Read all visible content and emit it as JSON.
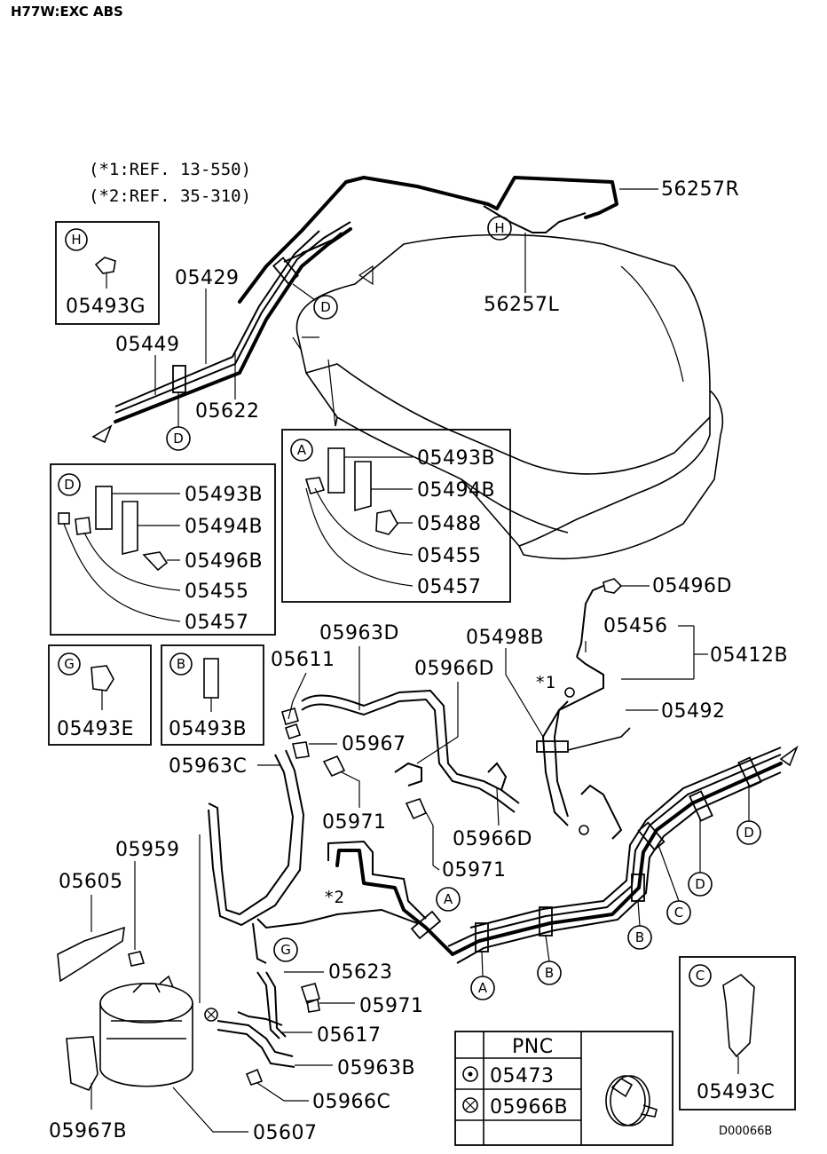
{
  "header": {
    "model_code": "H77W:EXC ABS"
  },
  "references": [
    "(*1:REF. 13-550)",
    "(*2:REF. 35-310)"
  ],
  "inset_H": {
    "letter": "H",
    "part": "05493G"
  },
  "inset_A": {
    "letter": "A",
    "parts": [
      "05493B",
      "05494B",
      "05488",
      "05455",
      "05457"
    ]
  },
  "inset_D": {
    "letter": "D",
    "parts": [
      "05493B",
      "05494B",
      "05496B",
      "05455",
      "05457"
    ]
  },
  "inset_G": {
    "letter": "G",
    "part": "05493E"
  },
  "inset_B": {
    "letter": "B",
    "part": "05493B"
  },
  "inset_C": {
    "letter": "C",
    "part": "05493C"
  },
  "main_labels": {
    "p56257R": "56257R",
    "p56257L": "56257L",
    "p05429": "05429",
    "p05449": "05449",
    "p05622": "05622",
    "p05496D": "05496D",
    "p05498B": "05498B",
    "p05456": "05456",
    "p05412B": "05412B",
    "star1": "*1",
    "p05492": "05492",
    "p05963D": "05963D",
    "p05611": "05611",
    "p05966D_top": "05966D",
    "p05967": "05967",
    "p05963C": "05963C",
    "p05971_a": "05971",
    "p05966D_bot": "05966D",
    "p05971_b": "05971",
    "p05959": "05959",
    "p05605": "05605",
    "star2": "*2",
    "p05623": "05623",
    "p05971_c": "05971",
    "p05617": "05617",
    "p05963B": "05963B",
    "p05966C": "05966C",
    "p05967B": "05967B",
    "p05607": "05607"
  },
  "clip_callouts": {
    "H_top": "H",
    "D_top": "D",
    "D_left": "D",
    "D_r1": "D",
    "D_r2": "D",
    "C_r": "C",
    "B_r1": "B",
    "B_r2": "B",
    "A_r1": "A",
    "A_r2": "A",
    "G_mid": "G"
  },
  "pnc_table": {
    "header": "PNC",
    "rows": [
      {
        "symbol": "circle-dot",
        "part": "05473"
      },
      {
        "symbol": "circle-x",
        "part": "05966B"
      }
    ]
  },
  "diagram_code": "D00066B"
}
